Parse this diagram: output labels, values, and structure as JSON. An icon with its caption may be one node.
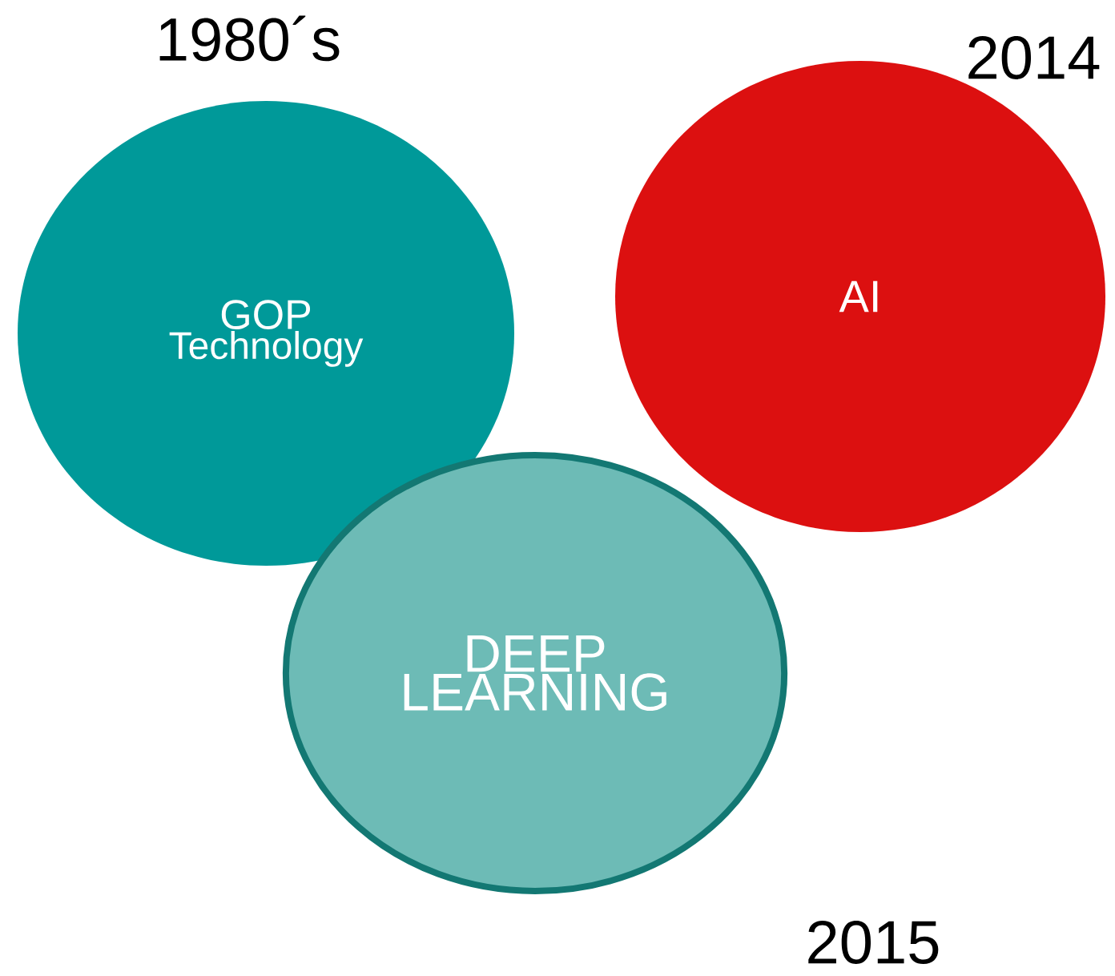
{
  "diagram": {
    "nodes": [
      {
        "text": [
          "GOP",
          "Technology"
        ],
        "beside": [
          "1980´s"
        ]
      },
      {
        "text": [
          "AI"
        ],
        "beside": [
          "2014"
        ]
      },
      {
        "text": [
          "DEEP LEARNING"
        ],
        "beside": [
          "2015"
        ]
      }
    ]
  }
}
